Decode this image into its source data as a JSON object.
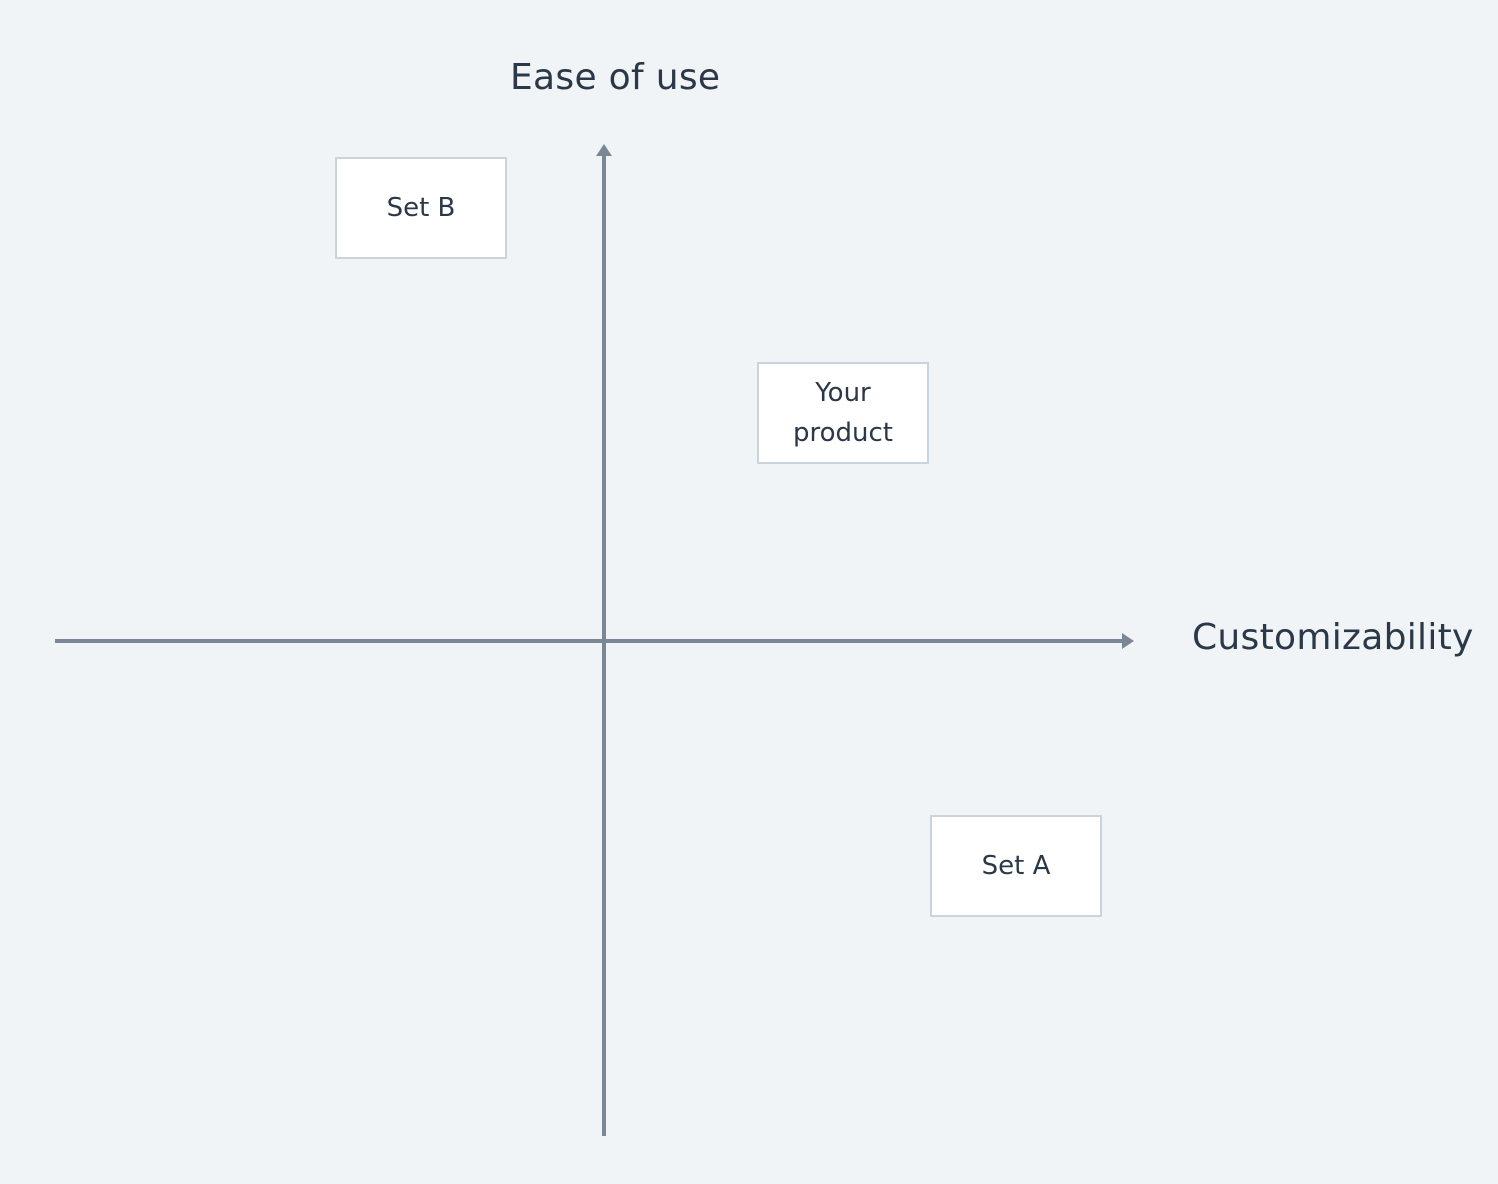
{
  "axes": {
    "y_title": "Ease of use",
    "x_title": "Customizability",
    "line_color": "#7a8896"
  },
  "boxes": {
    "set_b": "Set B",
    "your_product": "Your product",
    "set_a": "Set A"
  },
  "colors": {
    "background": "#f0f4f7",
    "box_fill": "#ffffff",
    "box_border": "#cbd4dc",
    "text": "#2b3848"
  }
}
